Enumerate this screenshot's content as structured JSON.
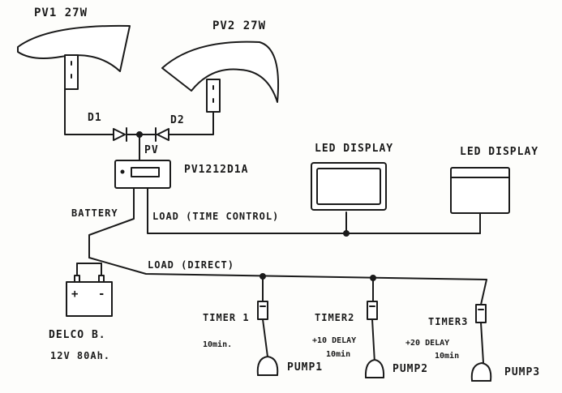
{
  "panels": {
    "pv1": "PV1 27W",
    "pv2": "PV2 27W"
  },
  "diodes": {
    "d1": "D1",
    "d2": "D2"
  },
  "controller": {
    "pv_label": "PV",
    "model": "PV1212D1A",
    "battery_label": "BATTERY",
    "load_time_label": "LOAD (TIME CONTROL)",
    "load_direct_label": "LOAD (DIRECT)"
  },
  "displays": {
    "display1": "LED DISPLAY",
    "display2": "LED DISPLAY"
  },
  "battery": {
    "name": "DELCO B.",
    "spec": "12V 80Ah.",
    "plus": "+",
    "minus": "-"
  },
  "timers": [
    {
      "name": "TIMER 1",
      "delay": "",
      "duration": "10min."
    },
    {
      "name": "TIMER2",
      "delay": "+10 DELAY",
      "duration": "10min"
    },
    {
      "name": "TIMER3",
      "delay": "+20 DELAY",
      "duration": "10min"
    }
  ],
  "pumps": [
    "PUMP1",
    "PUMP2",
    "PUMP3"
  ],
  "colors": {
    "ink": "#1a1a1a",
    "paper": "#fdfdfb"
  }
}
